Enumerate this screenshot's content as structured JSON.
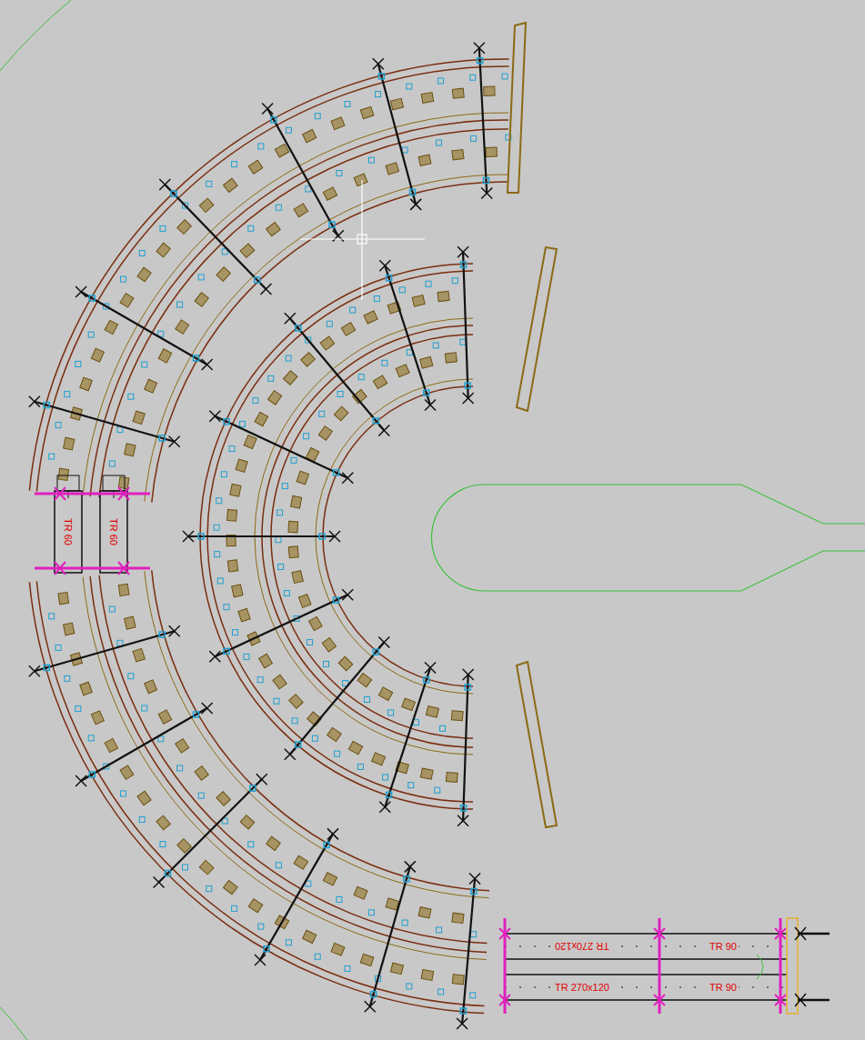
{
  "diagram": {
    "labels": [
      "TR 60",
      "TR 60",
      "TR 270x120",
      "TR 90",
      "TR 270x120",
      "TR 90"
    ]
  }
}
